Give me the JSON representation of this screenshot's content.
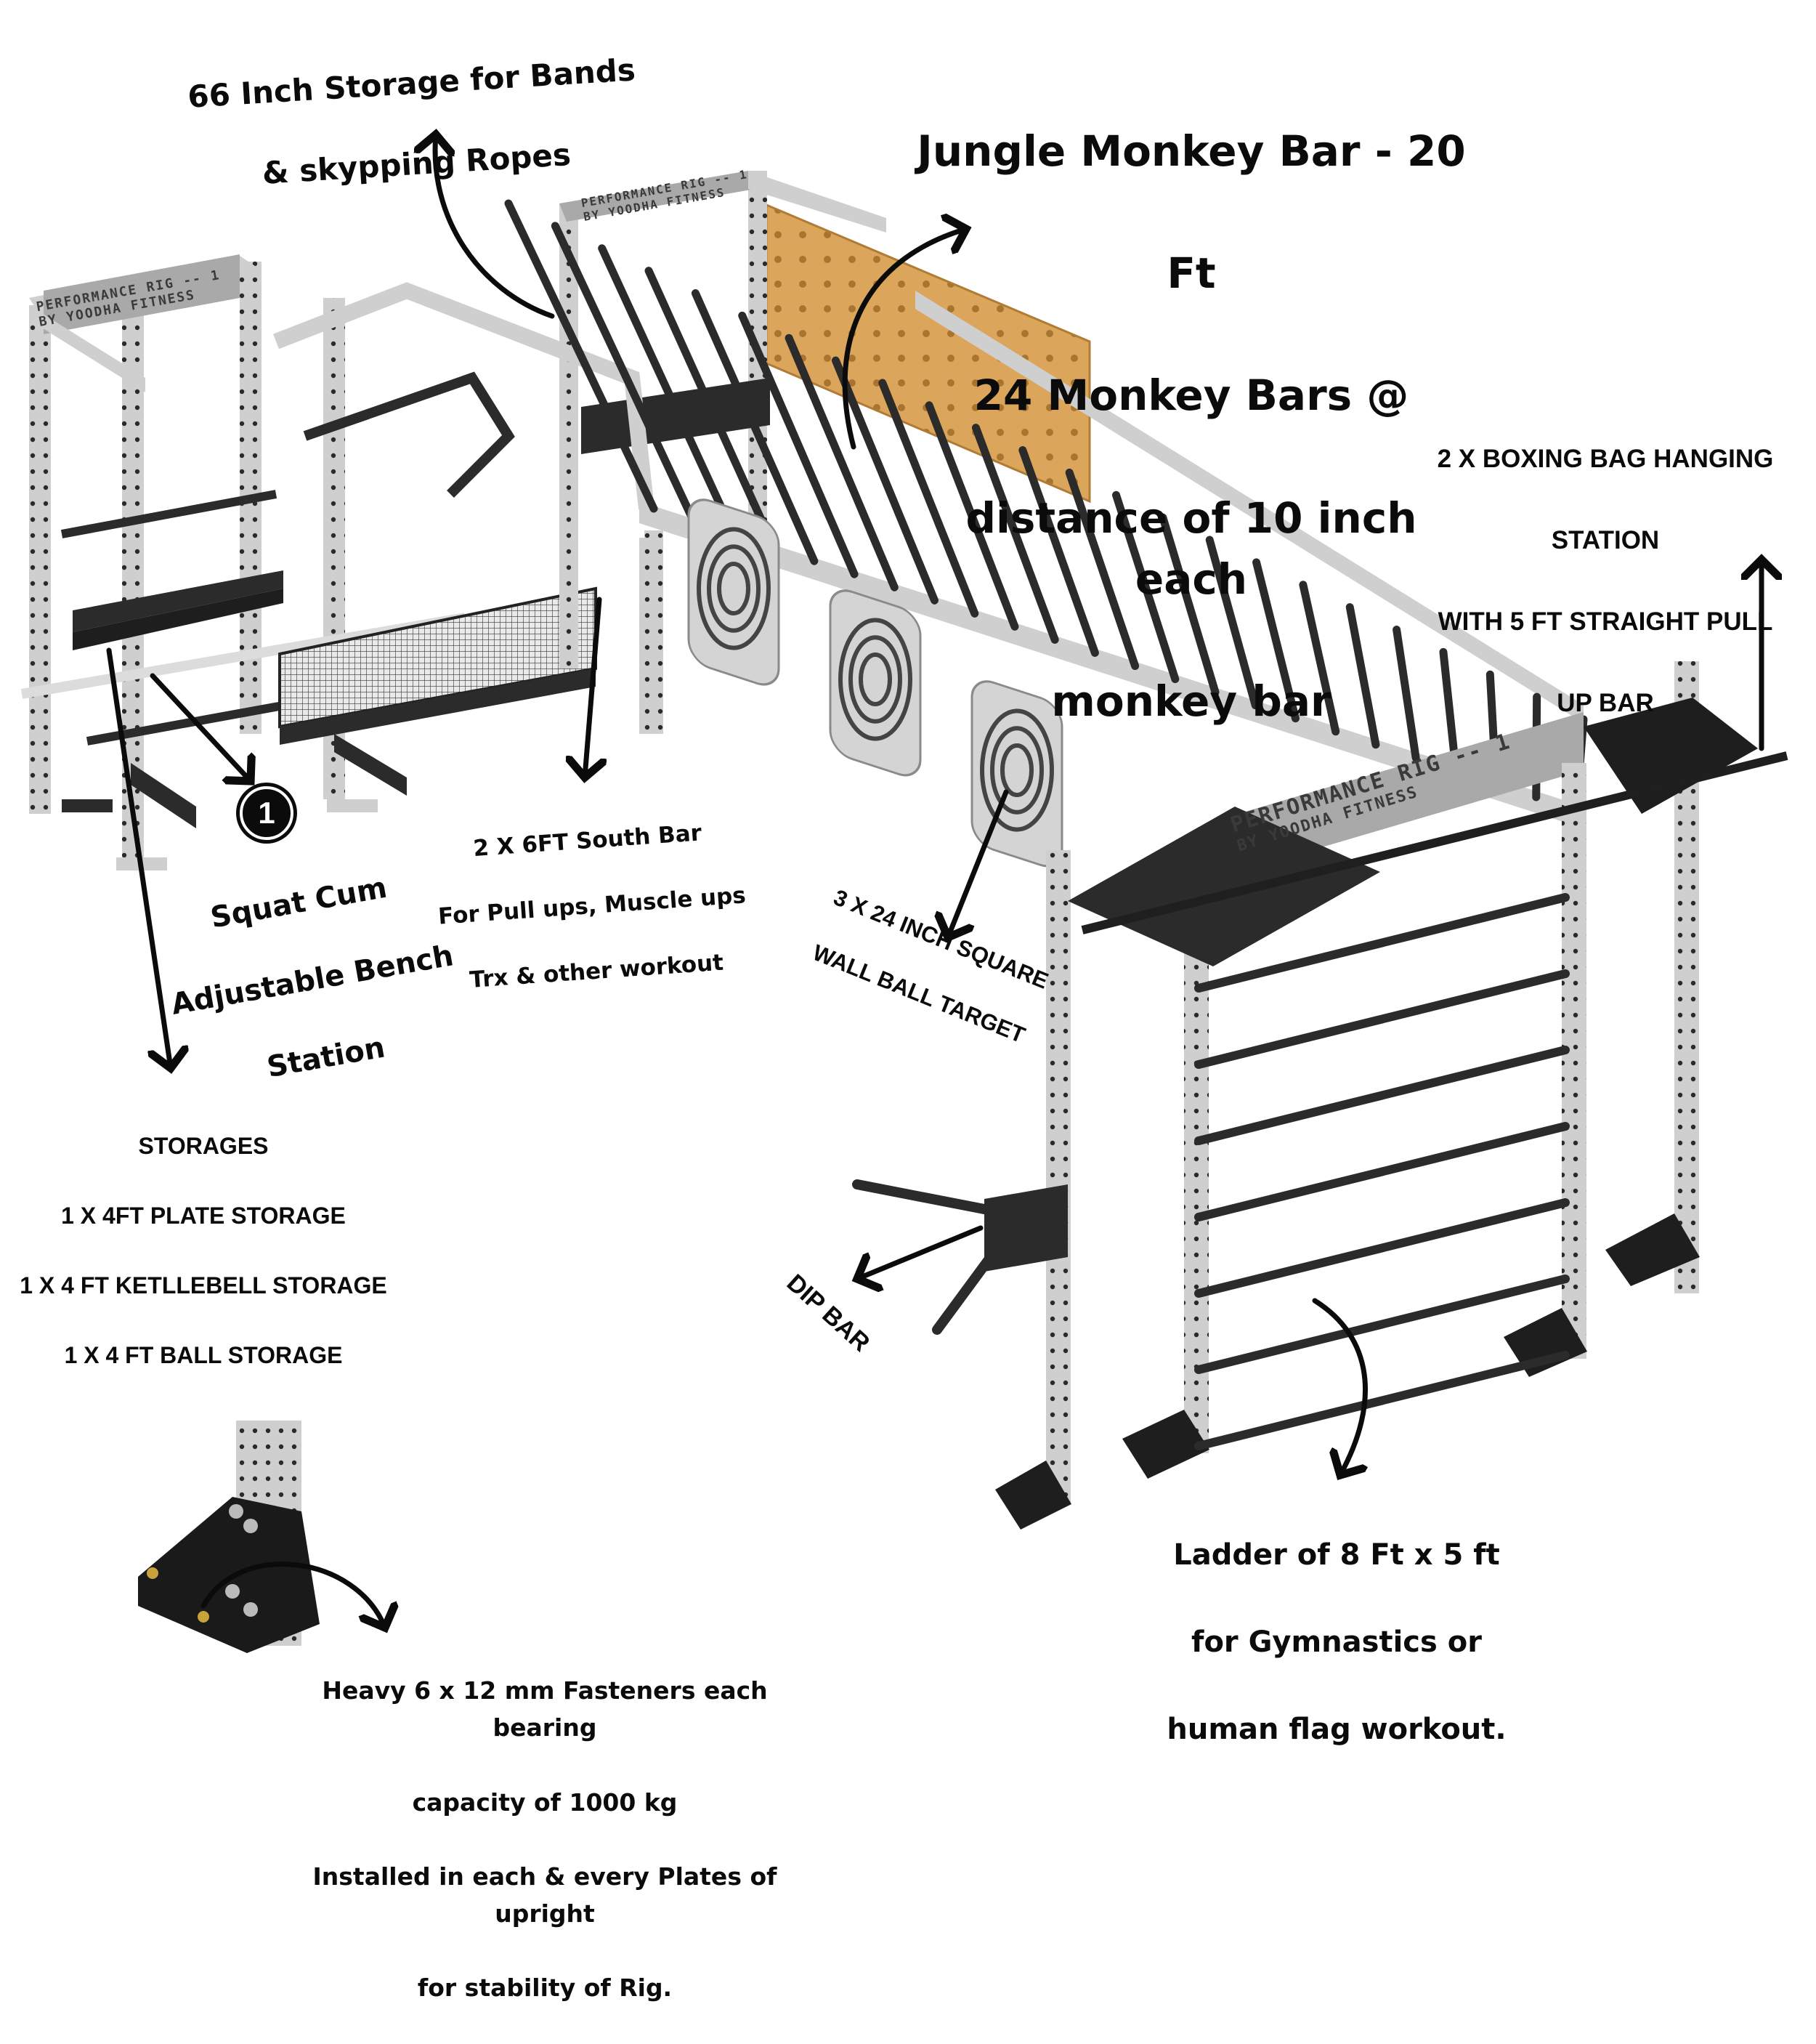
{
  "product": {
    "brand_panel": {
      "line1": "PERFORMANCE RIG -- 1",
      "line2": "BY YOODHA FITNESS"
    },
    "colors": {
      "frame_steel": "#c9c9c9",
      "accessory_black": "#2b2b2b",
      "pegboard_wood": "#d9a55a",
      "annotation_text": "#0b0b0b",
      "background": "#ffffff"
    }
  },
  "annotations": {
    "storage_bands": {
      "lines": [
        "66 Inch Storage for Bands",
        "& skypping Ropes"
      ]
    },
    "monkey_bar": {
      "lines": [
        "Jungle Monkey Bar - 20",
        "Ft",
        "24 Monkey Bars @",
        "distance of 10 inch each",
        "monkey bar"
      ]
    },
    "boxing_station": {
      "lines": [
        "2 X BOXING BAG HANGING",
        "STATION",
        "WITH 5 FT STRAIGHT PULL",
        "UP BAR"
      ]
    },
    "squat_station": {
      "badge": "1",
      "lines": [
        "Squat Cum",
        "Adjustable Bench",
        "Station"
      ]
    },
    "south_bar": {
      "lines": [
        "2 X 6FT South Bar",
        "For Pull ups, Muscle ups",
        "Trx & other workout"
      ]
    },
    "storages": {
      "lines": [
        "STORAGES",
        "1 X 4FT PLATE STORAGE",
        "1 X 4 FT KETLLEBELL STORAGE",
        "1 X 4 FT BALL STORAGE"
      ]
    },
    "wall_ball": {
      "lines": [
        "3 X 24 INCH SQUARE",
        "WALL BALL TARGET"
      ]
    },
    "dip_bar": {
      "lines": [
        "DIP BAR"
      ]
    },
    "ladder": {
      "lines": [
        "Ladder of 8 Ft x 5 ft",
        "for Gymnastics or",
        "human flag workout."
      ]
    },
    "fasteners": {
      "lines": [
        "Heavy 6 x 12 mm Fasteners each bearing",
        "capacity of 1000 kg",
        "Installed in each & every Plates of upright",
        "for stability of Rig."
      ]
    }
  },
  "counts": {
    "monkey_bars": 24,
    "wall_ball_targets": 3,
    "ladder_rungs": 7
  }
}
